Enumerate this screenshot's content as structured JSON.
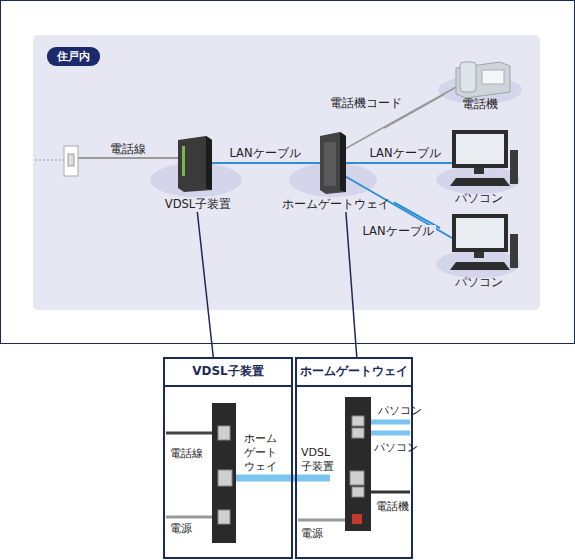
{
  "diagram": {
    "nodes": [
      {
        "text": [
          "住戸内"
        ]
      },
      {
        "text": [
          "VDSL子装置"
        ],
        "in": 0
      },
      {
        "text": [
          "ホームゲートウェイ"
        ],
        "in": 0
      },
      {
        "text": [
          "電話機"
        ],
        "in": 0
      },
      {
        "text": [
          "パソコン"
        ],
        "in": 0
      },
      {
        "text": [
          "パソコン"
        ],
        "in": 0
      },
      {
        "text": [
          "VDSL子装置"
        ]
      },
      {
        "text": [
          "ホームゲートウェイ"
        ]
      }
    ],
    "edges": [
      {
        "from": 1,
        "to": 2,
        "arrow": "none",
        "label": "LANケーブル"
      },
      {
        "from": 2,
        "to": 3,
        "arrow": "none",
        "label": "電話機コード"
      },
      {
        "from": 2,
        "to": 4,
        "arrow": "none",
        "label": "LANケーブル"
      },
      {
        "from": 2,
        "to": 5,
        "arrow": "none",
        "label": "LANケーブル"
      },
      {
        "from": 1,
        "to": 6,
        "arrow": "none"
      },
      {
        "from": 2,
        "to": 7,
        "arrow": "none"
      }
    ],
    "labels": [
      "電話線",
      "電話線",
      "ホーム ゲート ウェイ",
      "電源",
      "VDSL 子装置",
      "パソコン",
      "パソコン",
      "電話機",
      "電源"
    ]
  }
}
